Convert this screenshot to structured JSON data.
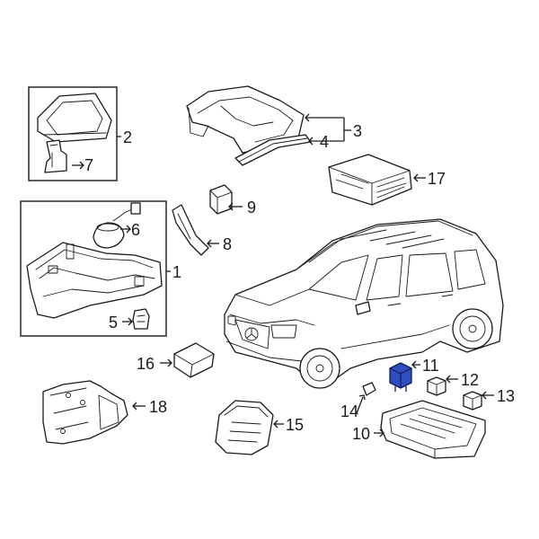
{
  "callouts": {
    "c1": "1",
    "c2": "2",
    "c3": "3",
    "c4": "4",
    "c5": "5",
    "c6": "6",
    "c7": "7",
    "c8": "8",
    "c9": "9",
    "c10": "10",
    "c11": "11",
    "c12": "12",
    "c13": "13",
    "c14": "14",
    "c15": "15",
    "c16": "16",
    "c17": "17",
    "c18": "18"
  },
  "colors": {
    "line": "#1a1a1a",
    "highlight": "#2f4fbf"
  },
  "highlighted_part": "11"
}
